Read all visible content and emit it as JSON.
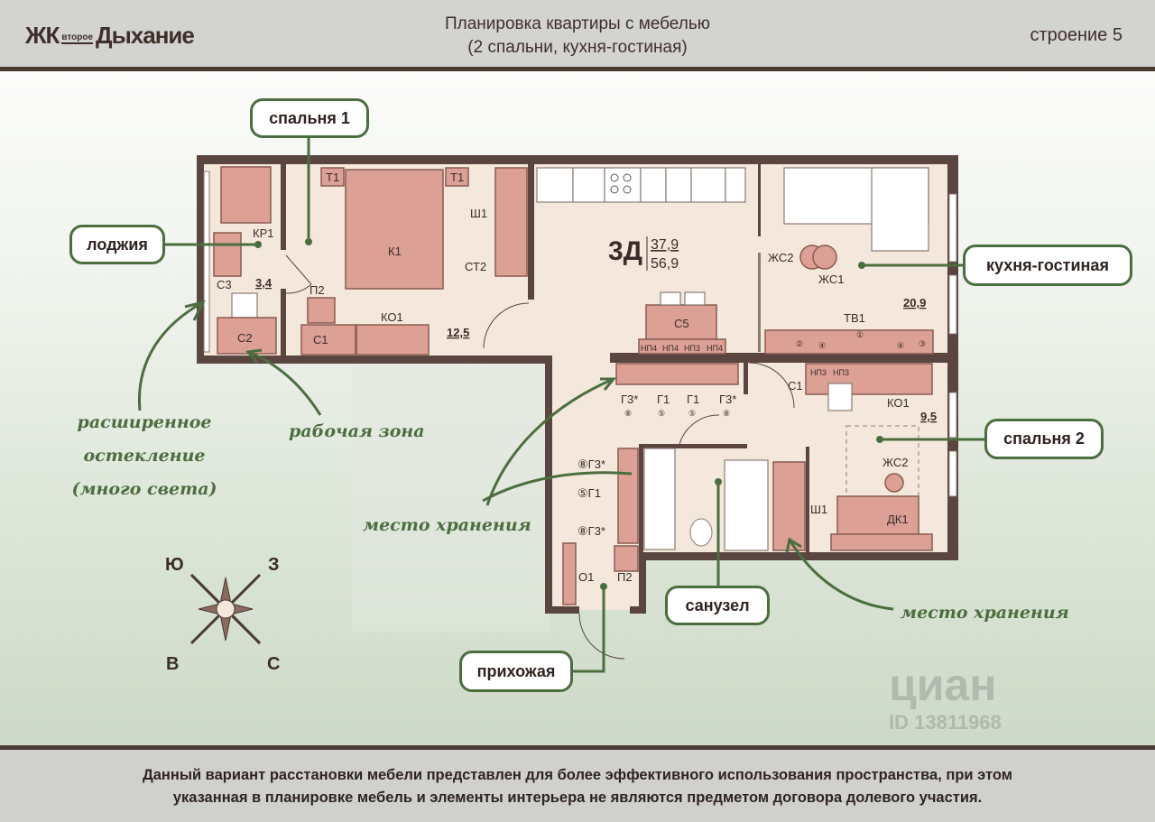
{
  "header": {
    "logo": {
      "prefix": "ЖК",
      "small": "второе",
      "name": "Дыхание"
    },
    "title_line1": "Планировка квартиры с мебелью",
    "title_line2": "(2 спальни, кухня-гостиная)",
    "building": "строение 5"
  },
  "apartment": {
    "type": "3Д",
    "living_area": "37,9",
    "total_area": "56,9"
  },
  "rooms": {
    "bedroom1": {
      "callout": "спальня 1",
      "area": "12,5"
    },
    "loggia": {
      "callout": "лоджия",
      "area": "3,4"
    },
    "kitchen_living": {
      "callout": "кухня-гостиная",
      "area": "20,9"
    },
    "bedroom2": {
      "callout": "спальня 2",
      "area": "9,5"
    },
    "bathroom": {
      "callout": "санузел"
    },
    "hallway": {
      "callout": "прихожая"
    }
  },
  "furniture_codes": {
    "kr1": "КР1",
    "c3": "С3",
    "c2": "С2",
    "t1": "Т1",
    "k1": "К1",
    "p2": "П2",
    "c1": "С1",
    "ko1": "КО1",
    "sh1": "Ш1",
    "st2": "СТ2",
    "c5": "С5",
    "np4": "НП4",
    "np3": "НП3",
    "zhs1": "ЖС1",
    "zhs2": "ЖС2",
    "tv1": "ТВ1",
    "g3": "Г3*",
    "g1": "Г1",
    "dk1": "ДК1",
    "o1": "О1",
    "n1": "①",
    "n2": "②",
    "n3": "③",
    "n4": "④",
    "n5": "⑤",
    "n8": "⑧",
    "g3_left": "⑧Г3*",
    "g1_left": "⑤Г1"
  },
  "annotations": {
    "glazing": [
      "расширенное",
      "остекление",
      "(много света)"
    ],
    "work_zone": "рабочая зона",
    "storage_left": "место хранения",
    "storage_right": "место хранения"
  },
  "compass": {
    "south": "Ю",
    "west": "З",
    "east": "В",
    "north": "С"
  },
  "watermark": {
    "brand": "циан",
    "id": "ID 13811968"
  },
  "footer": {
    "line1": "Данный вариант расстановки мебели представлен для более эффективного использования пространства, при этом",
    "line2": "указанная в планировке мебель и элементы интерьера не являются предметом договора долевого участия."
  },
  "colors": {
    "wall": "#5a4540",
    "furniture": "#dca095",
    "accent_green": "#4b6e3f",
    "floor": "#f4e8dc"
  }
}
